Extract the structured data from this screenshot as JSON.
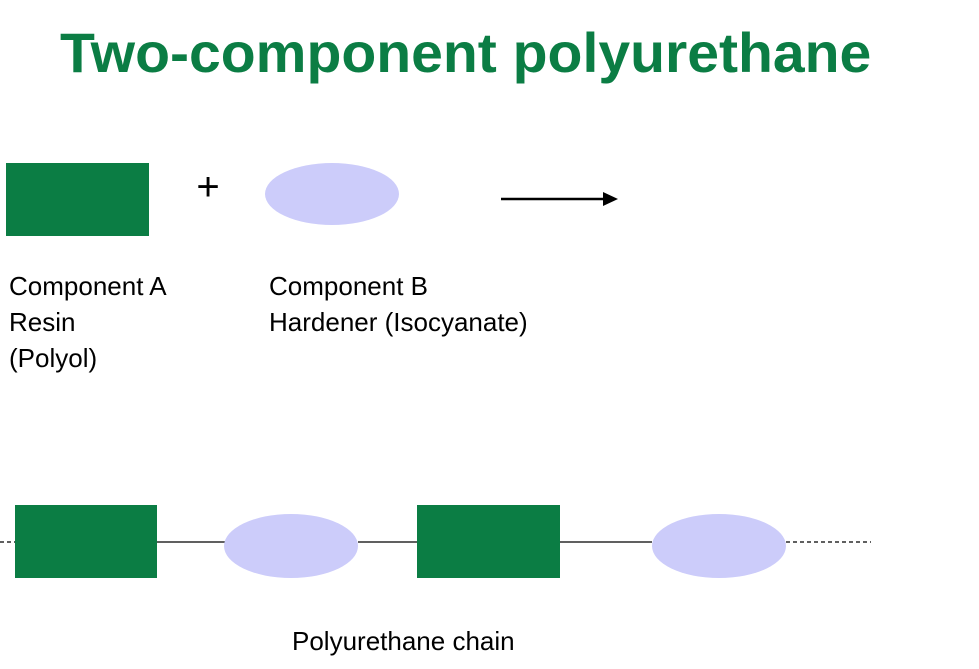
{
  "title": "Two-component polyurethane",
  "reaction": {
    "operator": "+",
    "component_a": {
      "shape": "rectangle",
      "color": "#0b7d44",
      "lines": [
        "Component A",
        "Resin",
        "(Polyol)"
      ]
    },
    "component_b": {
      "shape": "ellipse",
      "color": "#ccccfa",
      "lines": [
        "Component B",
        "Hardener (Isocyanate)"
      ]
    },
    "arrow": "right-arrow"
  },
  "chain": {
    "label": "Polyurethane chain",
    "sequence": [
      "rectangle",
      "ellipse",
      "rectangle",
      "ellipse"
    ],
    "line_color": "#000000",
    "continues_both_ends": true
  }
}
